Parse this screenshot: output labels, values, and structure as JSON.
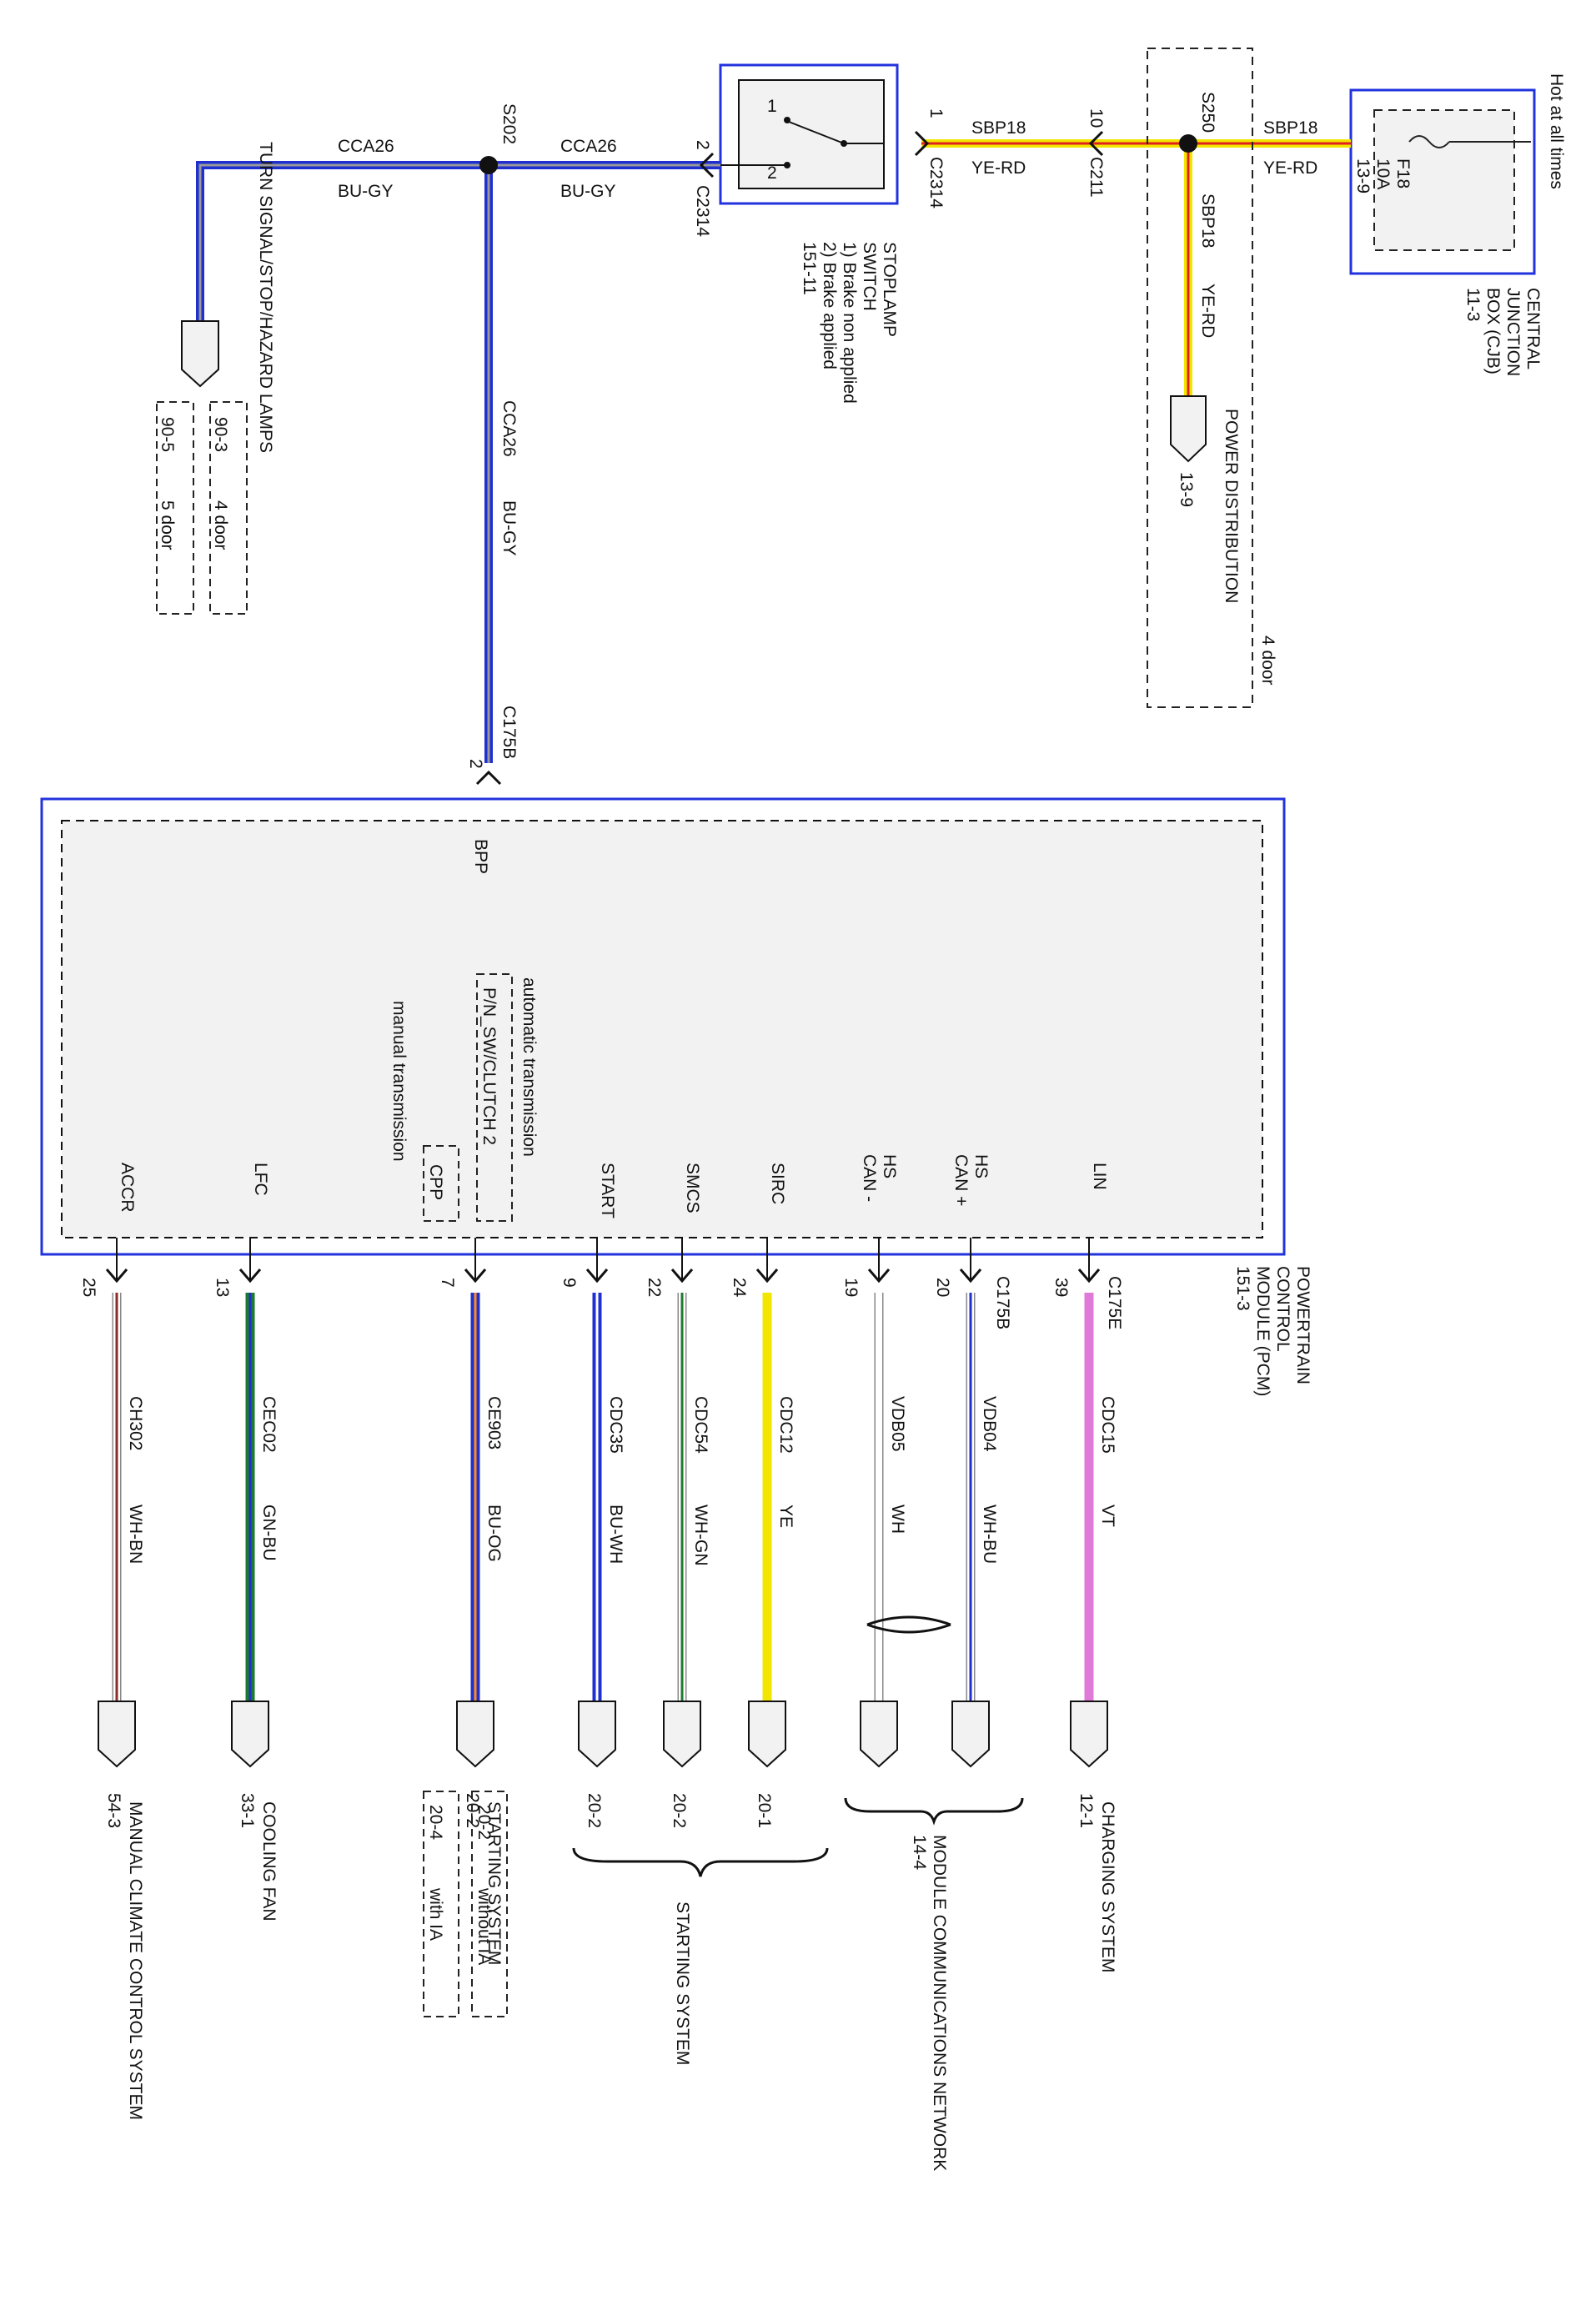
{
  "texts": {
    "hot_at_all_times": "Hot at all times",
    "cjb_name": [
      "CENTRAL",
      "JUNCTION",
      "BOX (CJB)",
      "11-3"
    ],
    "fuse": [
      "F18",
      "10A",
      "13-9"
    ],
    "sbp18_a": "SBP18",
    "yerd_a": "YE-RD",
    "sbp18_b": "SBP18",
    "yerd_b": "YE-RD",
    "sbp18_c": "SBP18",
    "yerd_c": "YE-RD",
    "s250": "S250",
    "pin_10": "10",
    "c211": "C211",
    "pin_1": "1",
    "c2314_a": "C2314",
    "power_distribution": "POWER DISTRIBUTION",
    "pd_ref": "13-9",
    "four_door_label": "4 door",
    "switch_pin1": "1",
    "switch_pin2": "2",
    "stoplamp_label": [
      "STOPLAMP",
      "SWITCH",
      "1) Brake non applied",
      "2) Brake applied",
      "151-11"
    ],
    "pin_2_c2314": "2",
    "c2314_b": "C2314",
    "cca26_a": "CCA26",
    "bugy_a": "BU-GY",
    "cca26_b": "CCA26",
    "bugy_b": "BU-GY",
    "s202": "S202",
    "cca26_c": "CCA26",
    "bugy_c": "BU-GY",
    "turn_signal_label": "TURN SIGNAL/STOP/HAZARD LAMPS",
    "turn_ref_1": "90-3",
    "turn_ref_1_note": "4 door",
    "turn_ref_2": "90-5",
    "turn_ref_2_note": "5 door",
    "c175b_top": "C175B",
    "pin_2_c175b": "2",
    "bpp": "BPP",
    "pcm_label": [
      "POWERTRAIN",
      "CONTROL",
      "MODULE (PCM)",
      "151-3"
    ],
    "auto_trans": "automatic transmission",
    "pn_sw": "P/N_SW/CLUTCH 2",
    "manual_trans": "manual transmission",
    "cpp": "CPP",
    "c175e": "C175E",
    "c175b_bottom": "C175B"
  },
  "pcm_pins": [
    {
      "signal": "ACCR",
      "pin": "25",
      "circuit": "CH302",
      "color_code": "WH-BN",
      "dest": "MANUAL CLIMATE CONTROL SYSTEM",
      "ref": "54-3",
      "wire_color": "#ffffff",
      "stripe": "#8b2b2b"
    },
    {
      "signal": "LFC",
      "pin": "13",
      "circuit": "CEC02",
      "color_code": "GN-BU",
      "dest": "COOLING FAN",
      "ref": "33-1",
      "wire_color": "#1e7a2e",
      "stripe": "#1f2fd0"
    },
    {
      "signal": "P/N_SW/CLUTCH 2",
      "pin": "7",
      "circuit": "CE903",
      "color_code": "BU-OG",
      "dest": "STARTING SYSTEM",
      "ref": "20-2",
      "wire_color": "#1f2fd0",
      "stripe": "#ff8c1a"
    },
    {
      "signal": "START",
      "pin": "9",
      "circuit": "CDC35",
      "color_code": "BU-WH",
      "dest": "",
      "ref": "20-2",
      "wire_color": "#1f2fd0",
      "stripe": "#ffffff"
    },
    {
      "signal": "SMCS",
      "pin": "22",
      "circuit": "CDC54",
      "color_code": "WH-GN",
      "dest": "",
      "ref": "20-2",
      "wire_color": "#ffffff",
      "stripe": "#1e7a2e"
    },
    {
      "signal": "SIRC",
      "pin": "24",
      "circuit": "CDC12",
      "color_code": "YE",
      "dest": "",
      "ref": "20-1",
      "wire_color": "#f2e600",
      "stripe": ""
    },
    {
      "signal": "HS CAN -",
      "pin": "19",
      "circuit": "VDB05",
      "color_code": "WH",
      "dest": "",
      "ref": "",
      "wire_color": "#ffffff",
      "stripe": ""
    },
    {
      "signal": "HS CAN +",
      "pin": "20",
      "circuit": "VDB04",
      "color_code": "WH-BU",
      "dest": "",
      "ref": "",
      "wire_color": "#ffffff",
      "stripe": "#1f2fd0"
    },
    {
      "signal": "LIN",
      "pin": "39",
      "circuit": "CDC15",
      "color_code": "VT",
      "dest": "CHARGING SYSTEM",
      "ref": "12-1",
      "wire_color": "#e07ad8",
      "stripe": ""
    }
  ],
  "starting_options": [
    {
      "ref": "20-2",
      "note": "without IA"
    },
    {
      "ref": "20-4",
      "note": "with IA"
    }
  ],
  "group_labels": {
    "starting_system": "STARTING SYSTEM",
    "module_comm": "MODULE COMMUNICATIONS NETWORK",
    "module_comm_ref": "14-4"
  },
  "colors": {
    "frame_blue": "#2233dd",
    "yellow": "#f2e600",
    "red": "#e02020",
    "blue": "#1f2fd0",
    "gray": "#9a9a9a"
  }
}
